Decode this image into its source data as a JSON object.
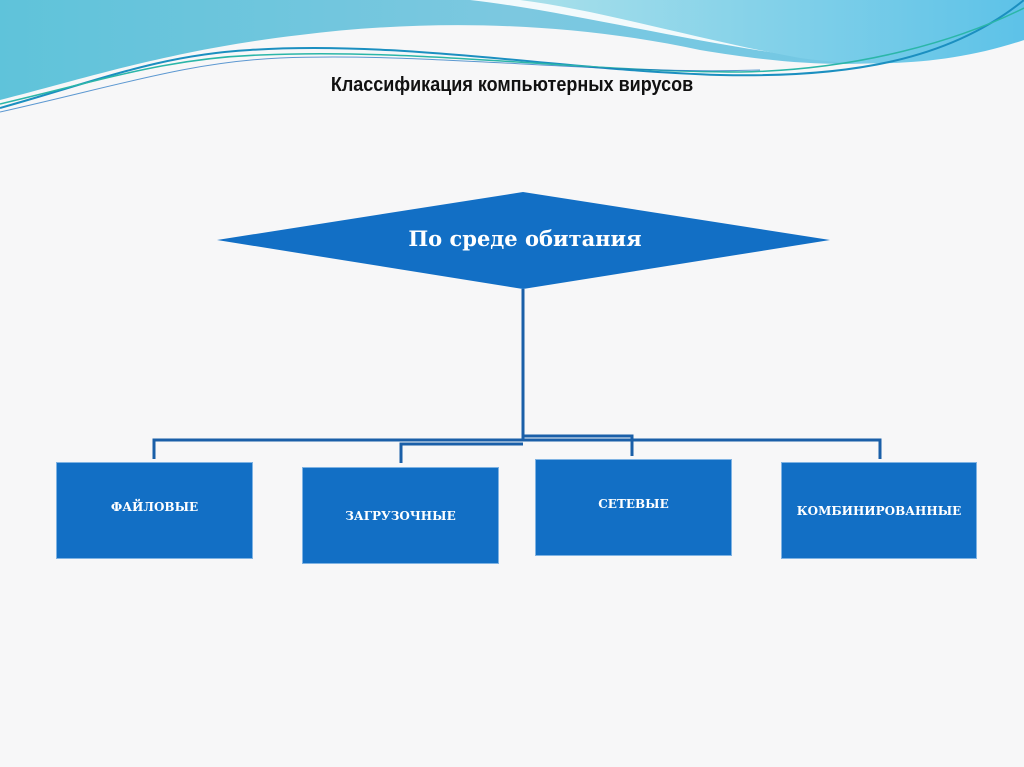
{
  "title": "Классификация компьютерных вирусов",
  "root": {
    "label": "По среде обитания"
  },
  "categories": [
    {
      "label": "ФАЙЛОВЫЕ"
    },
    {
      "label": "ЗАГРУЗОЧНЫЕ"
    },
    {
      "label": "СЕТЕВЫЕ"
    },
    {
      "label": "КОМБИНИРОВАННЫЕ"
    }
  ],
  "colors": {
    "accent": "#126fc5",
    "connector": "#1a5fa8"
  }
}
